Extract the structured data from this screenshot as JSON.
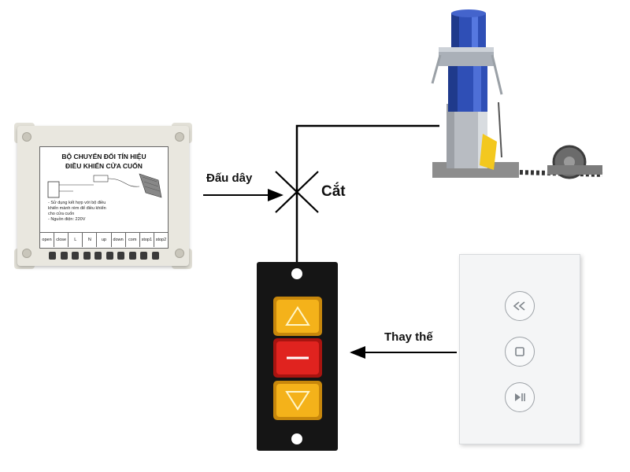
{
  "converter": {
    "title_line1": "BỘ CHUYỂN ĐỔI TÍN HIỆU",
    "title_line2": "ĐIỀU KHIỂN CỬA CUỐN",
    "note_line1": "- Sử dụng kết hợp với bộ điều",
    "note_line2": "khiển mành rèm để điều khiển",
    "note_line3": "cho cửa cuốn",
    "note_line4": "- Nguồn điện: 220V",
    "terminals": [
      "open",
      "close",
      "L",
      "N",
      "up",
      "down",
      "com",
      "stop1",
      "stop2"
    ]
  },
  "labels": {
    "wiring": "Đấu dây",
    "cut": "Cắt",
    "replace": "Thay thế"
  },
  "icons": {
    "wall_up": "triangle-up",
    "wall_stop": "dash",
    "wall_down": "triangle-down",
    "touch_up": "double-chevron",
    "touch_stop": "square",
    "touch_down": "play-pause"
  },
  "colors": {
    "wall_switch_body": "#151515",
    "button_yellow": "#f4b21a",
    "button_red": "#e0231f",
    "motor_blue": "#2f4fb6",
    "line": "#000000"
  }
}
